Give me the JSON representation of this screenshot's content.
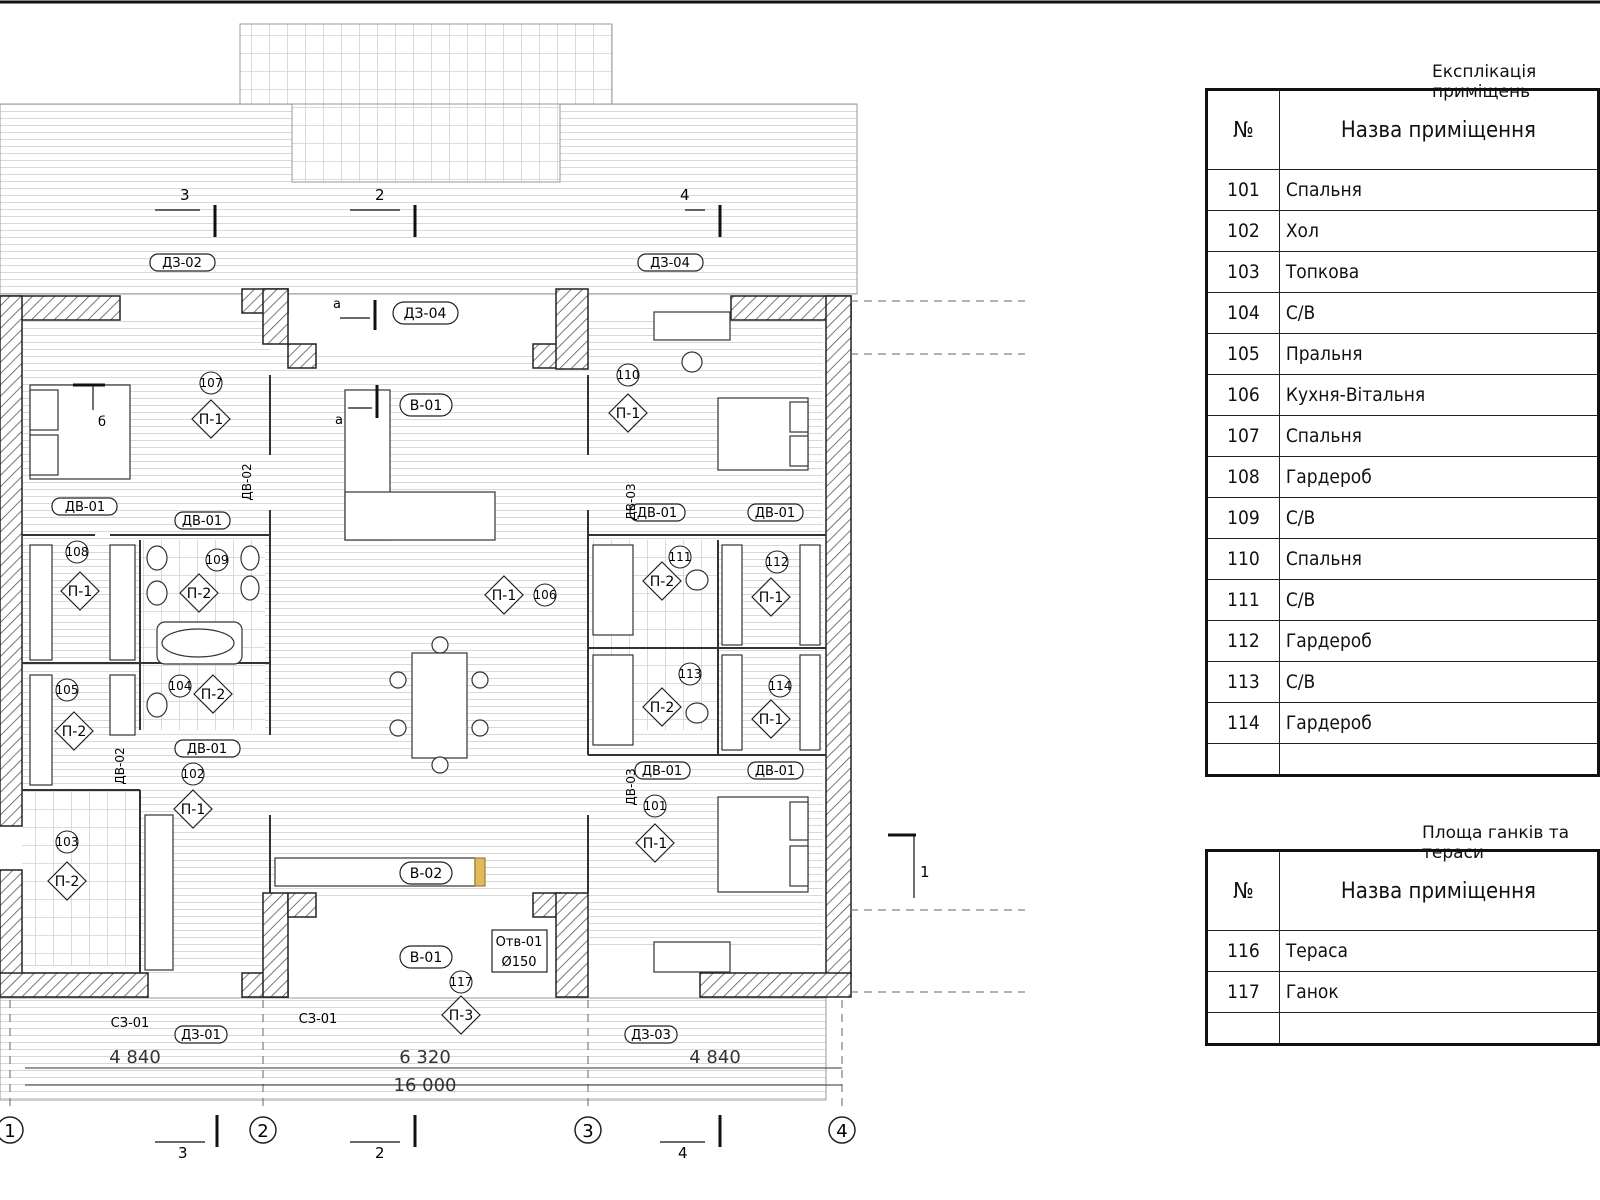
{
  "tables": {
    "rooms": {
      "caption": "Експлікація приміщень",
      "col_no": "№",
      "col_name": "Назва приміщення",
      "rows": [
        {
          "no": "101",
          "name": "Спальня"
        },
        {
          "no": "102",
          "name": "Хол"
        },
        {
          "no": "103",
          "name": "Топкова"
        },
        {
          "no": "104",
          "name": "С/В"
        },
        {
          "no": "105",
          "name": "Пральня"
        },
        {
          "no": "106",
          "name": "Кухня-Вітальня"
        },
        {
          "no": "107",
          "name": "Спальня"
        },
        {
          "no": "108",
          "name": "Гардероб"
        },
        {
          "no": "109",
          "name": "С/В"
        },
        {
          "no": "110",
          "name": "Спальня"
        },
        {
          "no": "111",
          "name": "С/В"
        },
        {
          "no": "112",
          "name": "Гардероб"
        },
        {
          "no": "113",
          "name": "С/В"
        },
        {
          "no": "114",
          "name": "Гардероб"
        }
      ]
    },
    "porches": {
      "caption": "Площа ганків та тераси",
      "col_no": "№",
      "col_name": "Назва приміщення",
      "rows": [
        {
          "no": "116",
          "name": "Тераса"
        },
        {
          "no": "117",
          "name": "Ганок"
        }
      ]
    }
  },
  "plan": {
    "dims": {
      "d1": "4 840",
      "d2": "6 320",
      "d3": "4 840",
      "total": "16 000"
    },
    "axes": [
      "1",
      "2",
      "3",
      "4"
    ],
    "sections": {
      "s3": "3",
      "s2": "2",
      "s4": "4",
      "s1": "1",
      "sa": "а",
      "sb": "б"
    },
    "door_tags": {
      "dz02": "ДЗ-02",
      "dz04a": "ДЗ-04",
      "dz04b": "ДЗ-04",
      "dz01": "ДЗ-01",
      "dz03": "ДЗ-03",
      "dv01": "ДВ-01",
      "dv02": "ДВ-02",
      "dv03": "ДВ-03"
    },
    "window_tags": {
      "v01": "В-01",
      "v02": "В-02",
      "sz01": "СЗ-01",
      "otv": "Отв-01",
      "otvd": "Ø150"
    },
    "floor_tags": {
      "p1": "П-1",
      "p2": "П-2",
      "p3": "П-3"
    },
    "room_numbers": [
      "101",
      "102",
      "103",
      "104",
      "105",
      "106",
      "107",
      "108",
      "109",
      "110",
      "111",
      "112",
      "113",
      "114",
      "117"
    ]
  }
}
